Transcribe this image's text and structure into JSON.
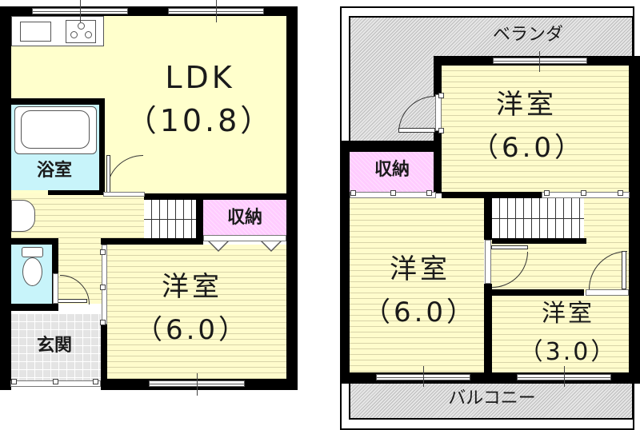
{
  "floor1": {
    "ldk": {
      "name": "LDK",
      "size": "（10.8）"
    },
    "bathroom": {
      "name": "浴室"
    },
    "storage": {
      "name": "収納"
    },
    "western_room": {
      "name": "洋室",
      "size": "（6.0）"
    },
    "entrance": {
      "name": "玄関"
    }
  },
  "floor2": {
    "veranda": {
      "name": "ベランダ"
    },
    "storage": {
      "name": "収納"
    },
    "western_room_north": {
      "name": "洋室",
      "size": "（6.0）"
    },
    "western_room_west": {
      "name": "洋室",
      "size": "（6.0）"
    },
    "western_room_small": {
      "name": "洋室",
      "size": "（3.0）"
    },
    "balcony": {
      "name": "バルコニー"
    }
  },
  "colors": {
    "ldk": "#ffffcc",
    "western_room": "#fffccc",
    "bathroom": "#c8f4fa",
    "storage": "#ffccff",
    "entrance": "#e4e4e4",
    "veranda": "#e6e6e6",
    "wall": "#000000"
  }
}
